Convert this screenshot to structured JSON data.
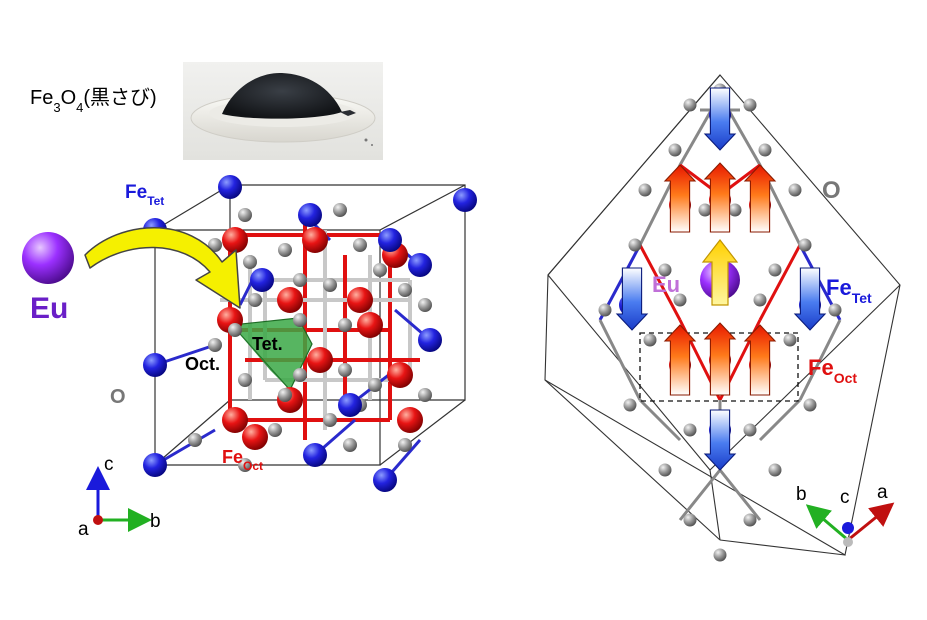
{
  "powder": {
    "label_main": "Fe",
    "label_sub1": "3",
    "label_mid": "O",
    "label_sub2": "4",
    "label_tail": "(黒さび)"
  },
  "left_figure": {
    "fe_tet_main": "Fe",
    "fe_tet_sub": "Tet",
    "eu": "Eu",
    "tet": "Tet.",
    "oct": "Oct.",
    "o": "O",
    "fe_oct_main": "Fe",
    "fe_oct_sub": "Oct",
    "axes": {
      "c": "c",
      "a": "a",
      "b": "b"
    }
  },
  "right_figure": {
    "o": "O",
    "eu": "Eu",
    "fe_tet_main": "Fe",
    "fe_tet_sub": "Tet",
    "fe_oct_main": "Fe",
    "fe_oct_sub": "Oct",
    "axes": {
      "b": "b",
      "c": "c",
      "a": "a"
    }
  },
  "colors": {
    "fe_tet": "#1a1adb",
    "fe_oct": "#e01010",
    "oxygen": "#9a9a9a",
    "eu": "#8a2be2",
    "eu_label": "#6a1fc7",
    "tet_polyhedron": "#3aa845",
    "insertion_arrow": "#f5f000",
    "spin_up": "#ff4a00",
    "spin_down": "#2a62e0"
  }
}
